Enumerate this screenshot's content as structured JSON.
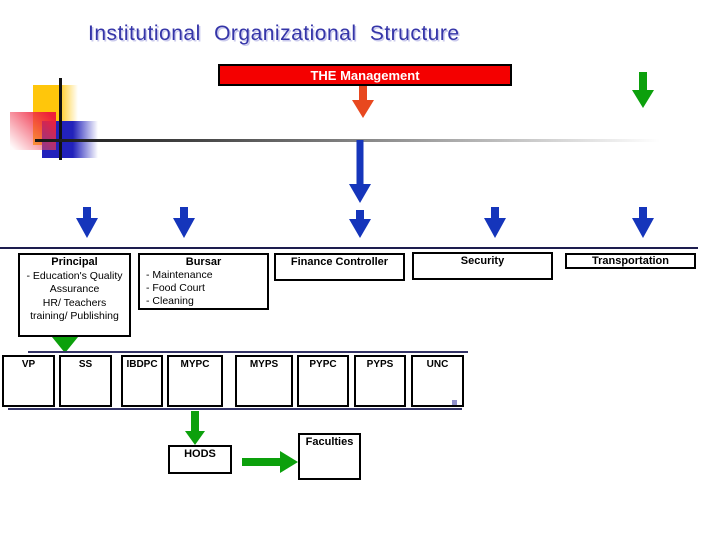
{
  "title": "Institutional  Organizational  Structure",
  "banner": {
    "label": "THE Management"
  },
  "org": {
    "principal": {
      "name": "Principal",
      "lines": [
        "- Education's Quality",
        "Assurance",
        "HR/ Teachers",
        "training/ Publishing"
      ]
    },
    "bursar": {
      "name": "Bursar",
      "lines": [
        "-  Maintenance",
        "-  Food Court",
        "-  Cleaning"
      ]
    },
    "finance": {
      "name": "Finance Controller"
    },
    "security": {
      "name": "Security"
    },
    "transportation": {
      "name": "Transportation"
    }
  },
  "units": [
    "VP",
    "SS",
    "IBDPC",
    "MYPC",
    "MYPS",
    "PYPC",
    "PYPS",
    "UNC"
  ],
  "hods": {
    "name": "HODS"
  },
  "faculties": {
    "name": "Faculties"
  },
  "colors": {
    "title_blue": "#3535a8",
    "banner_red": "#f40000",
    "arrow_blue": "#1535bb",
    "arrow_green": "#0ca00c",
    "arrow_orange": "#e8481f",
    "line_navy": "#333366"
  }
}
